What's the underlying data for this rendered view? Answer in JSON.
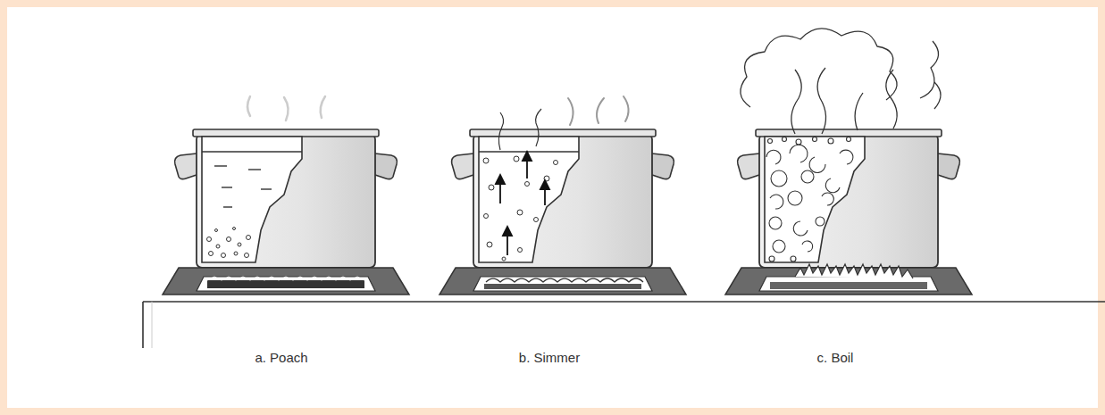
{
  "diagram": {
    "labels": [
      "a. Poach",
      "b. Simmer",
      "c. Boil"
    ]
  }
}
